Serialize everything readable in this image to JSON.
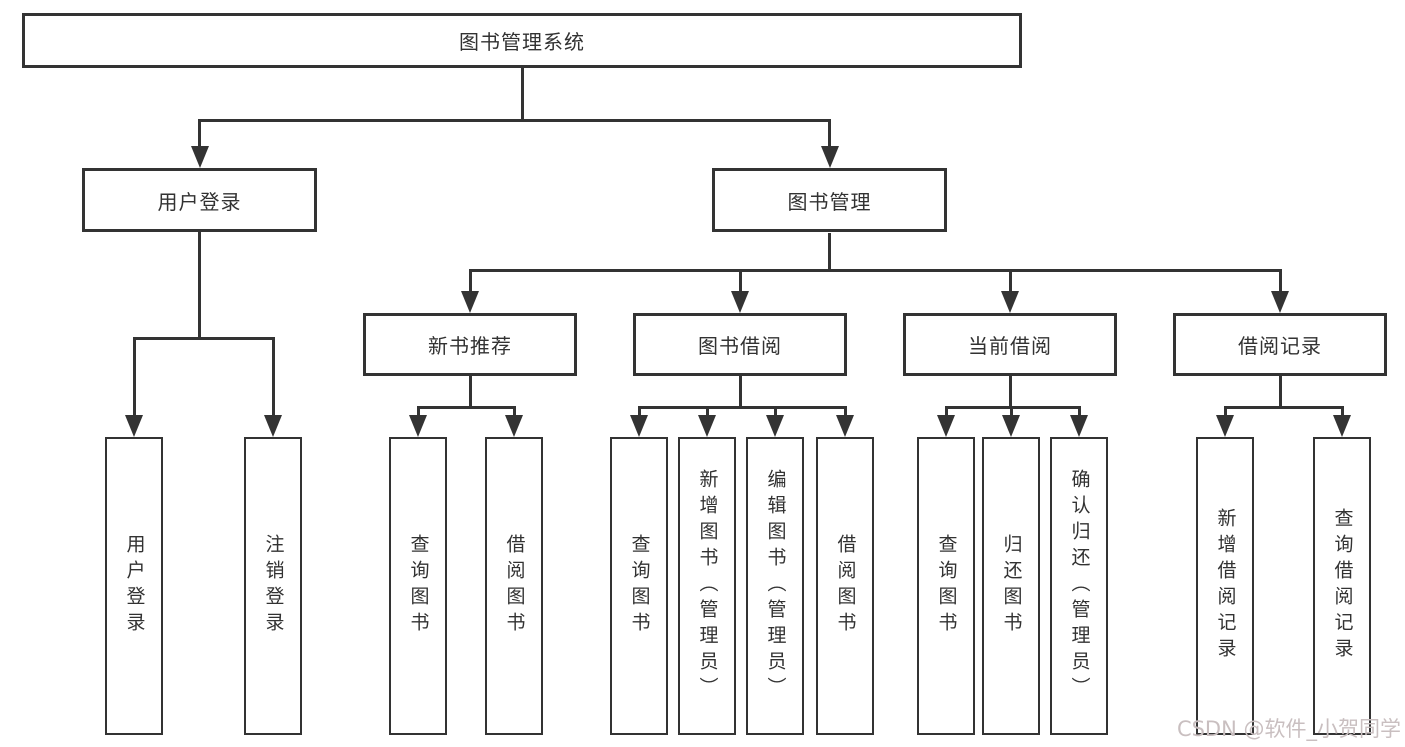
{
  "tree": {
    "root": {
      "label": "图书管理系统"
    },
    "branches": [
      {
        "label": "用户登录",
        "children": [
          {
            "label": "用户登录"
          },
          {
            "label": "注销登录"
          }
        ]
      },
      {
        "label": "图书管理",
        "children": [
          {
            "label": "新书推荐",
            "children": [
              {
                "label": "查询图书"
              },
              {
                "label": "借阅图书"
              }
            ]
          },
          {
            "label": "图书借阅",
            "children": [
              {
                "label": "查询图书"
              },
              {
                "label": "新增图书（管理员）"
              },
              {
                "label": "编辑图书（管理员）"
              },
              {
                "label": "借阅图书"
              }
            ]
          },
          {
            "label": "当前借阅",
            "children": [
              {
                "label": "查询图书"
              },
              {
                "label": "归还图书"
              },
              {
                "label": "确认归还（管理员）"
              }
            ]
          },
          {
            "label": "借阅记录",
            "children": [
              {
                "label": "新增借阅记录"
              },
              {
                "label": "查询借阅记录"
              }
            ]
          }
        ]
      }
    ]
  },
  "watermark": {
    "text": "CSDN @软件_小贺同学"
  },
  "colors": {
    "line": "#333333",
    "text": "#323232",
    "background": "#ffffff",
    "watermark": "#c9bfc0"
  }
}
